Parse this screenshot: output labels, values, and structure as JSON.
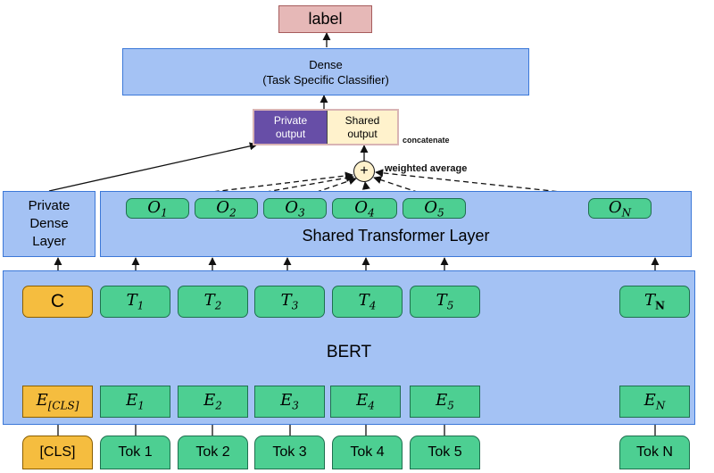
{
  "top": {
    "label": "label"
  },
  "dense": {
    "line1": "Dense",
    "line2": "(Task Specific Classifier)"
  },
  "concat": {
    "private": "Private output",
    "shared": "Shared output",
    "note": "concatenate"
  },
  "combine": {
    "symbol": "+",
    "note": "weighted average"
  },
  "private_dense": {
    "text": "Private Dense Layer"
  },
  "shared_layer": {
    "title": "Shared Transformer Layer",
    "outputs": [
      {
        "sym": "O",
        "sub": "1"
      },
      {
        "sym": "O",
        "sub": "2"
      },
      {
        "sym": "O",
        "sub": "3"
      },
      {
        "sym": "O",
        "sub": "4"
      },
      {
        "sym": "O",
        "sub": "5"
      },
      {
        "sym": "O",
        "sub": "N"
      }
    ]
  },
  "bert": {
    "title": "BERT",
    "cls_output": "C",
    "outputs": [
      {
        "sym": "T",
        "sub": "1"
      },
      {
        "sym": "T",
        "sub": "2"
      },
      {
        "sym": "T",
        "sub": "3"
      },
      {
        "sym": "T",
        "sub": "4"
      },
      {
        "sym": "T",
        "sub": "5"
      },
      {
        "sym": "T",
        "sub": "N"
      }
    ],
    "cls_embedding": {
      "sym": "E",
      "sub": "[CLS]"
    },
    "embeddings": [
      {
        "sym": "E",
        "sub": "1"
      },
      {
        "sym": "E",
        "sub": "2"
      },
      {
        "sym": "E",
        "sub": "3"
      },
      {
        "sym": "E",
        "sub": "4"
      },
      {
        "sym": "E",
        "sub": "5"
      },
      {
        "sym": "E",
        "sub": "N"
      }
    ]
  },
  "inputs": [
    "[CLS]",
    "Tok 1",
    "Tok 2",
    "Tok 3",
    "Tok 4",
    "Tok 5",
    "Tok N"
  ],
  "colors": {
    "blue": "#a4c2f4",
    "green": "#4dcf92",
    "orange": "#f5bd3f",
    "label": "#e6b8b7",
    "private": "#674ea7",
    "shared": "#fff2cc",
    "combine": "#fff2cc"
  }
}
